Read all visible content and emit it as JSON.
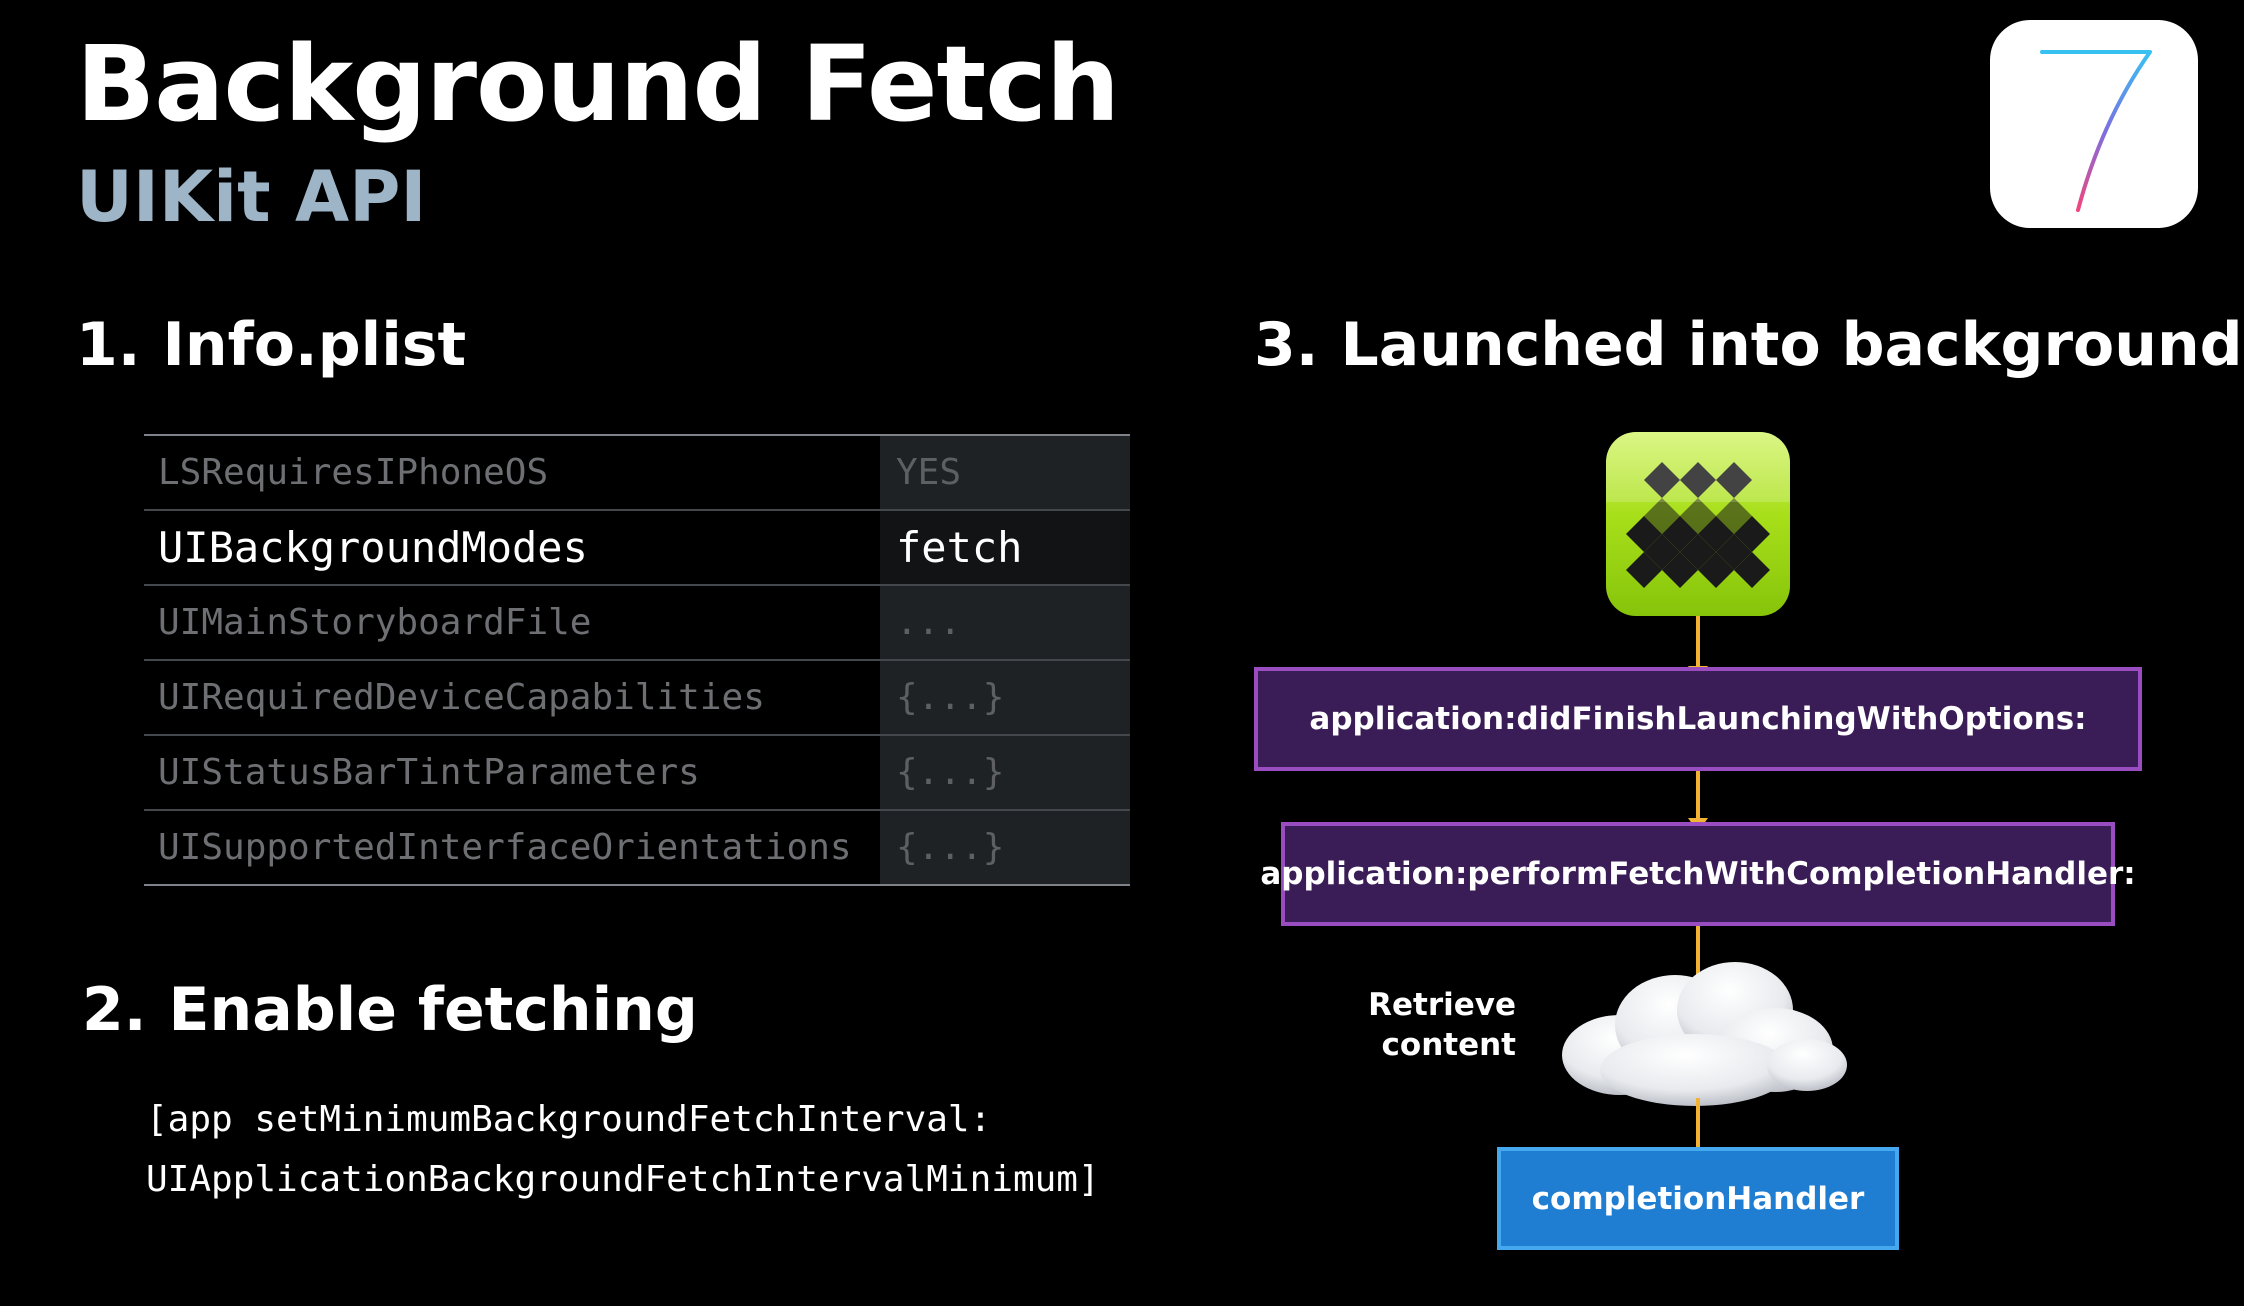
{
  "header": {
    "title": "Background Fetch",
    "subtitle": "UIKit API",
    "logo_icon": "ios7-logo-icon",
    "logo_numeral": "7"
  },
  "sections": {
    "s1": {
      "number": "1.",
      "title": "Info.plist"
    },
    "s2": {
      "number": "2.",
      "title": "Enable fetching"
    },
    "s3": {
      "number": "3.",
      "title": "Launched into background"
    }
  },
  "plist": {
    "rows": [
      {
        "key": "LSRequiresIPhoneOS",
        "value": "YES",
        "active": false
      },
      {
        "key": "UIBackgroundModes",
        "value": "fetch",
        "active": true
      },
      {
        "key": "UIMainStoryboardFile",
        "value": "...",
        "active": false
      },
      {
        "key": "UIRequiredDeviceCapabilities",
        "value": "{...}",
        "active": false
      },
      {
        "key": "UIStatusBarTintParameters",
        "value": "{...}",
        "active": false
      },
      {
        "key": "UISupportedInterfaceOrientations",
        "value": "{...}",
        "active": false
      }
    ]
  },
  "code": {
    "line1": "[app setMinimumBackgroundFetchInterval:",
    "line2": "UIApplicationBackgroundFetchIntervalMinimum]"
  },
  "flow": {
    "app_icon": "app-icon",
    "step1": "application:didFinishLaunchingWithOptions:",
    "step2": "application:performFetchWithCompletionHandler:",
    "cloud_icon": "cloud-icon",
    "retrieve_line1": "Retrieve",
    "retrieve_line2": "content",
    "step3": "completionHandler"
  },
  "colors": {
    "background": "#000000",
    "subtitle": "#9eb4c7",
    "purple_box": "#3a1c57",
    "purple_border": "#9a4dc0",
    "blue_box": "#1f7ed2",
    "arrow": "#f2b233",
    "app_icon_green": "#a8df1a"
  }
}
